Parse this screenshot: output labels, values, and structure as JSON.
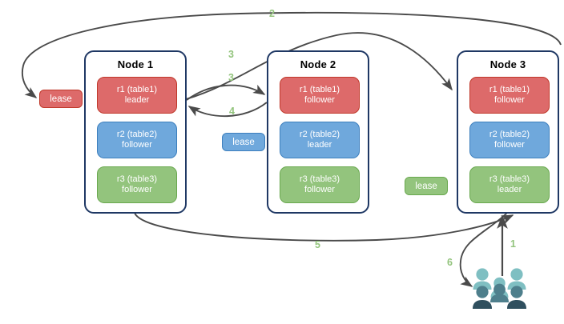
{
  "diagram": {
    "title_text": "",
    "colors": {
      "red": "#dd6a6a",
      "red_border": "#c0392b",
      "blue": "#6fa8dc",
      "blue_border": "#3d7fbd",
      "green": "#93c47d",
      "green_border": "#6aa84f",
      "node_border": "#1f3864",
      "arrow": "#4a4a4a",
      "step_label": "#93c47d"
    }
  },
  "nodes": [
    {
      "title": "Node 1",
      "replicas": [
        {
          "name": "r1 (table1)",
          "role": "leader",
          "color": "red"
        },
        {
          "name": "r2 (table2)",
          "role": "follower",
          "color": "blue"
        },
        {
          "name": "r3 (table3)",
          "role": "follower",
          "color": "green"
        }
      ]
    },
    {
      "title": "Node 2",
      "replicas": [
        {
          "name": "r1 (table1)",
          "role": "follower",
          "color": "red"
        },
        {
          "name": "r2 (table2)",
          "role": "leader",
          "color": "blue"
        },
        {
          "name": "r3 (table3)",
          "role": "follower",
          "color": "green"
        }
      ]
    },
    {
      "title": "Node 3",
      "replicas": [
        {
          "name": "r1 (table1)",
          "role": "follower",
          "color": "red"
        },
        {
          "name": "r2 (table2)",
          "role": "follower",
          "color": "blue"
        },
        {
          "name": "r3 (table3)",
          "role": "leader",
          "color": "green"
        }
      ]
    }
  ],
  "leases": [
    {
      "label": "lease",
      "color": "red"
    },
    {
      "label": "lease",
      "color": "blue"
    },
    {
      "label": "lease",
      "color": "green"
    }
  ],
  "steps": [
    {
      "label": "1"
    },
    {
      "label": "2"
    },
    {
      "label": "3"
    },
    {
      "label": "3"
    },
    {
      "label": "4"
    },
    {
      "label": "5"
    },
    {
      "label": "6"
    }
  ],
  "icons": {
    "users": "users-icon"
  }
}
